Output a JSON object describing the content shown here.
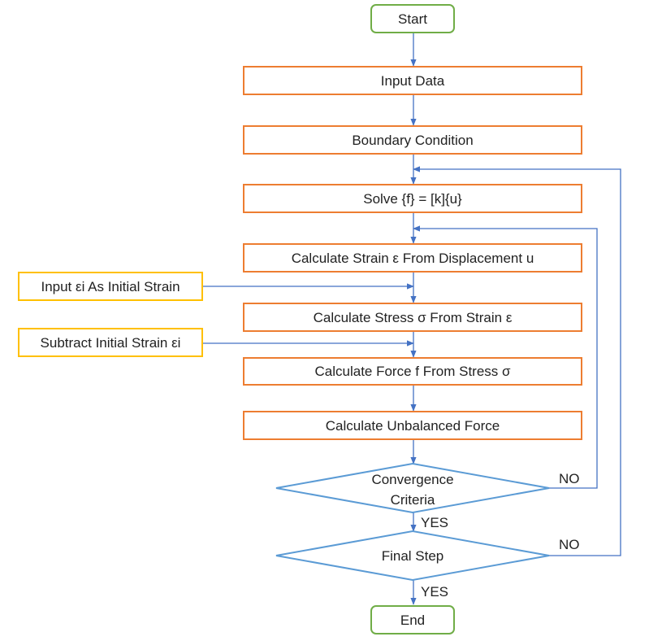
{
  "nodes": {
    "start": "Start",
    "input_data": "Input Data",
    "boundary": "Boundary Condition",
    "solve": "Solve {f} = [k]{u}",
    "calc_strain": "Calculate Strain ε From Displacement u",
    "input_initial_strain": "Input εi As Initial Strain",
    "calc_stress": "Calculate Stress σ From Strain ε",
    "subtract_initial_strain": "Subtract Initial Strain εi",
    "calc_force": "Calculate Force f From Stress σ",
    "calc_unbalanced": "Calculate Unbalanced Force",
    "convergence_line1": "Convergence",
    "convergence_line2": "Criteria",
    "final_step": "Final Step",
    "end": "End"
  },
  "edge_labels": {
    "convergence_yes": "YES",
    "convergence_no": "NO",
    "final_yes": "YES",
    "final_no": "NO"
  },
  "colors": {
    "process": "#ed7d31",
    "input": "#ffc000",
    "terminal": "#70ad47",
    "decision": "#5b9bd5",
    "connector": "#4472c4"
  }
}
